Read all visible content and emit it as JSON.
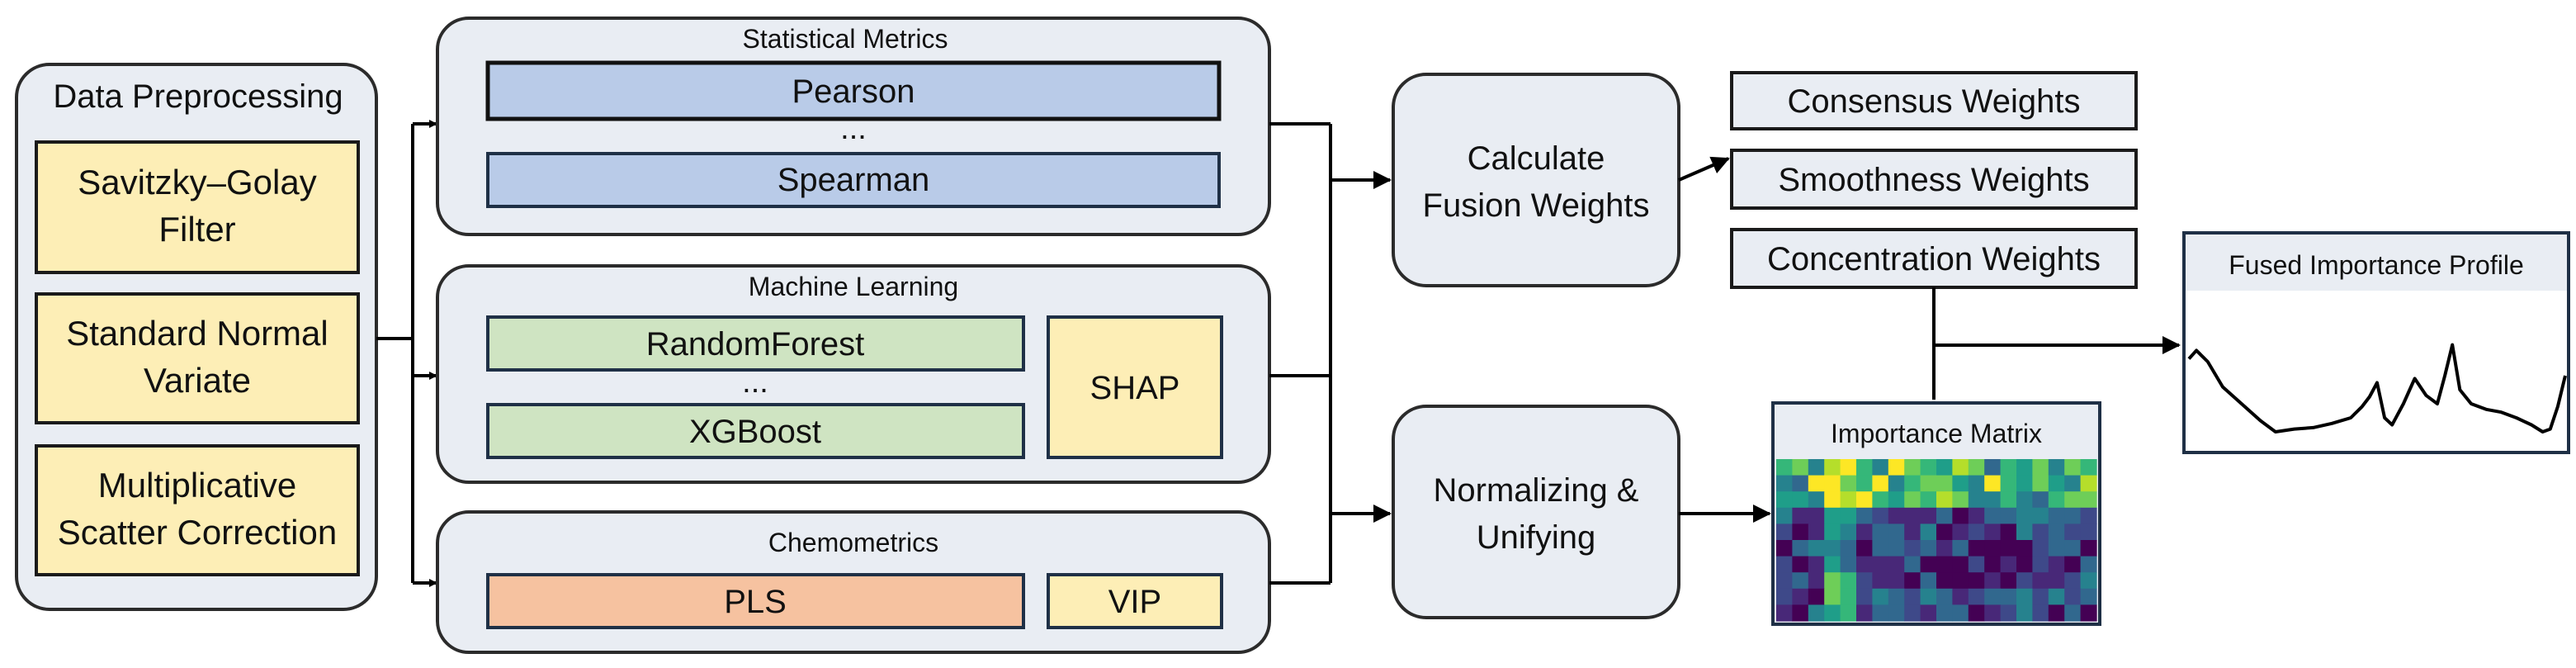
{
  "preprocessing": {
    "title": "Data Preprocessing",
    "items": [
      {
        "line1": "Savitzky–Golay",
        "line2": "Filter"
      },
      {
        "line1": "Standard Normal",
        "line2": "Variate"
      },
      {
        "line1": "Multiplicative",
        "line2": "Scatter Correction"
      }
    ]
  },
  "statistical": {
    "title": "Statistical Metrics",
    "top": "Pearson",
    "ellipsis": "...",
    "bottom": "Spearman"
  },
  "ml": {
    "title": "Machine Learning",
    "top": "RandomForest",
    "ellipsis": "...",
    "bottom": "XGBoost",
    "explainer": "SHAP"
  },
  "chemometrics": {
    "title": "Chemometrics",
    "model": "PLS",
    "explainer": "VIP"
  },
  "fusion": {
    "line1": "Calculate",
    "line2": "Fusion Weights"
  },
  "normalize": {
    "line1": "Normalizing &",
    "line2": "Unifying"
  },
  "weights": [
    "Consensus Weights",
    "Smoothness Weights",
    "Concentration Weights"
  ],
  "matrix": {
    "title": "Importance Matrix"
  },
  "profile": {
    "title": "Fused Importance Profile"
  },
  "colors": {
    "panel_fill": "#e9edf3",
    "panel_stroke": "#2b2b2b",
    "yellow": "#fdeeb6",
    "blue": "#b9cbe8",
    "green": "#cfe4c2",
    "orange": "#f6c2a0",
    "dark_border": "#1f3046"
  }
}
